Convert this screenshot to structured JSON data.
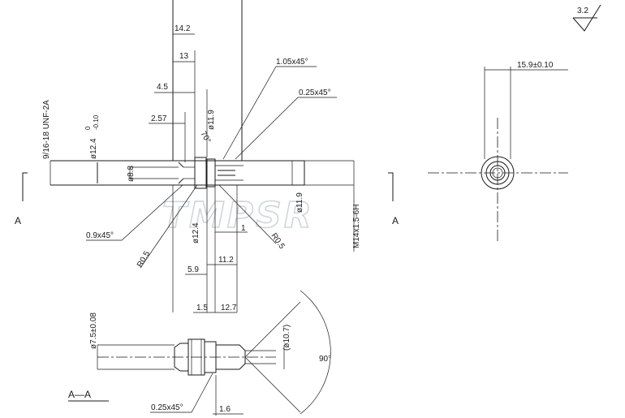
{
  "watermark": "TMPSR",
  "roughness": "3.2",
  "section_marks": {
    "left": "A",
    "right": "A",
    "section_title": "A—A"
  },
  "side_view": {
    "thread_top": "9/16-18 UNF-2A",
    "dia_12_4_tol_main": "ø12.4",
    "dia_12_4_tol_upper": "0",
    "dia_12_4_tol_lower": "-0.10",
    "dia_8_8": "ø8.8",
    "dia_11_9_top": "ø11.9",
    "dia_11_9_bottom": "ø11.9",
    "dia_12_4_bottom": "ø12.4",
    "len_14_2": "14.2",
    "len_13": "13",
    "len_4_5": "4.5",
    "len_2_57": "2.57",
    "angle_70": "70°",
    "chamfer_1_05": "1.05x45°",
    "chamfer_0_25": "0.25x45°",
    "chamfer_0_9": "0.9x45°",
    "radius_r0_5_left": "R0.5",
    "radius_r0_5_right": "R0.5",
    "len_1": "1",
    "len_11_2": "11.2",
    "len_5_9": "5.9",
    "len_1_5": "1.5",
    "len_12_7": "12.7",
    "thread_bottom": "M14x1.5-6H"
  },
  "end_view": {
    "dia_15_9": "15.9±0.10"
  },
  "section_view": {
    "dia_7_5": "ø7.5±0.08",
    "dia_10_7": "(ø10.7)",
    "angle_90": "90°",
    "chamfer_0_25": "0.25x45°",
    "len_1_6": "1.6"
  }
}
